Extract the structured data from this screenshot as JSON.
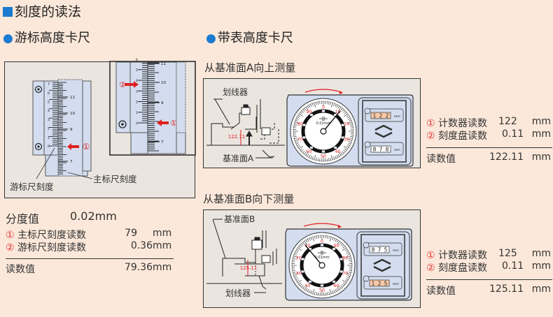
{
  "page_title": "刻度的读法",
  "vernier": {
    "heading": "游标高度卡尺",
    "diagram": {
      "main_scale_numbers": [
        "11",
        "10",
        "9",
        "7"
      ],
      "vernier_numbers": [
        "0",
        "1",
        "2",
        "3",
        "4",
        "5",
        "6",
        "7"
      ],
      "inset_main_numbers": [
        "11",
        "10",
        "9",
        "7"
      ],
      "inset_vernier_numbers": [
        "0",
        "1",
        "2",
        "3",
        "4",
        "5",
        "6"
      ],
      "vernier_scale_label": "游标尺刻度",
      "main_scale_label": "主标尺刻度",
      "marker1": "①",
      "marker2": "②"
    },
    "resolution_label": "分度值",
    "resolution_value": "0.02mm",
    "rows": [
      {
        "mark": "①",
        "label": "主标尺刻度读数",
        "value": "79",
        "unit": "mm"
      },
      {
        "mark": "②",
        "label": "游标尺刻度读数",
        "value": "0.36",
        "unit": "mm"
      }
    ],
    "result_label": "读数值",
    "result_value": "79.36",
    "result_unit": "mm"
  },
  "dial": {
    "heading": "带表高度卡尺",
    "dial_labels": [
      "0",
      "10",
      "20",
      "30",
      "40",
      "50",
      "60",
      "70",
      "80",
      "90"
    ],
    "dial_unit": "0.01mm",
    "counter_unit": "mm",
    "sections": [
      {
        "title": "从基准面A向上测量",
        "scriber_label": "划线器",
        "ref_label": "基准面A",
        "height_label": "122.11",
        "pointer_value": 0.11,
        "pointer_direction": "clockwise",
        "counter_top": [
          "1",
          "2",
          "2"
        ],
        "counter_bottom": [
          "8",
          "7",
          "8"
        ],
        "rows": [
          {
            "mark": "①",
            "label": "计数器读数",
            "value": "122",
            "unit": "mm"
          },
          {
            "mark": "②",
            "label": "刻度盘读数",
            "value": "0.11",
            "unit": "mm"
          }
        ],
        "result_label": "读数值",
        "result_value": "122.11",
        "result_unit": "mm"
      },
      {
        "title": "从基准面B向下测量",
        "scriber_label": "划线器",
        "ref_label": "基准面B",
        "height_label": "125.11",
        "pointer_value": 0.11,
        "pointer_direction": "counterclockwise",
        "counter_top": [
          "8",
          "7",
          "5"
        ],
        "counter_bottom": [
          "1",
          "2",
          "5"
        ],
        "rows": [
          {
            "mark": "①",
            "label": "计数器读数",
            "value": "125",
            "unit": "mm"
          },
          {
            "mark": "②",
            "label": "刻度盘读数",
            "value": "0.11",
            "unit": "mm"
          }
        ],
        "result_label": "读数值",
        "result_value": "125.11",
        "result_unit": "mm"
      }
    ]
  },
  "colors": {
    "accent": "#1a7bd0",
    "marker": "#e03030",
    "panel": "#ebe5e0",
    "page": "#fbe8da",
    "instrument": "#d3ddef",
    "counter_highlight": "#f7c9a8"
  }
}
